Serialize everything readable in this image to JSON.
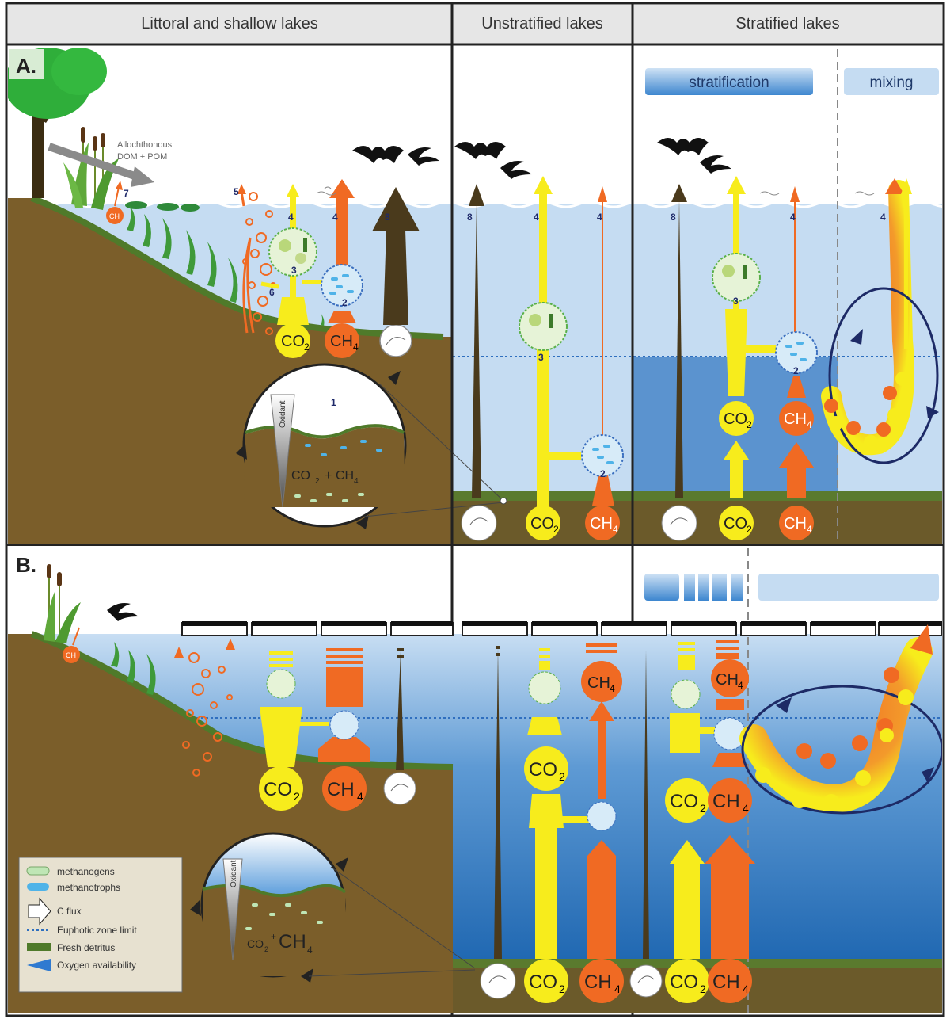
{
  "headers": {
    "col1": "Littoral and shallow lakes",
    "col2": "Unstratified lakes",
    "col3": "Stratified lakes"
  },
  "panels": {
    "a": "A.",
    "b": "B."
  },
  "strat_labels": {
    "stratification": "stratification",
    "mixing": "mixing"
  },
  "allochthonous": {
    "line1": "Allochthonous",
    "line2": "DOM + POM"
  },
  "numbers": {
    "n1": "1",
    "n2": "2",
    "n3": "3",
    "n4": "4",
    "n5": "5",
    "n6": "6",
    "n7": "7",
    "n8": "8"
  },
  "gases": {
    "co2": "CO",
    "ch4": "CH",
    "sub2": "2",
    "sub4": "4",
    "co2_plus_ch4_a": "CO",
    "plus": "+",
    "ch4_b": "CH"
  },
  "oxidant": "Oxidant",
  "legend": {
    "methanogens": "methanogens",
    "methanotrophs": "methanotrophs",
    "cflux": "C flux",
    "euphotic": "Euphotic zone limit",
    "detritus": "Fresh detritus",
    "oxygen": "Oxygen availability"
  },
  "colors": {
    "water_light": "#c5dcf2",
    "water_deep": "#5b93cf",
    "sediment": "#7b5e2a",
    "co2": "#f7ec1c",
    "ch4": "#f06a23",
    "detritus_arrow": "#4a3a1c"
  }
}
